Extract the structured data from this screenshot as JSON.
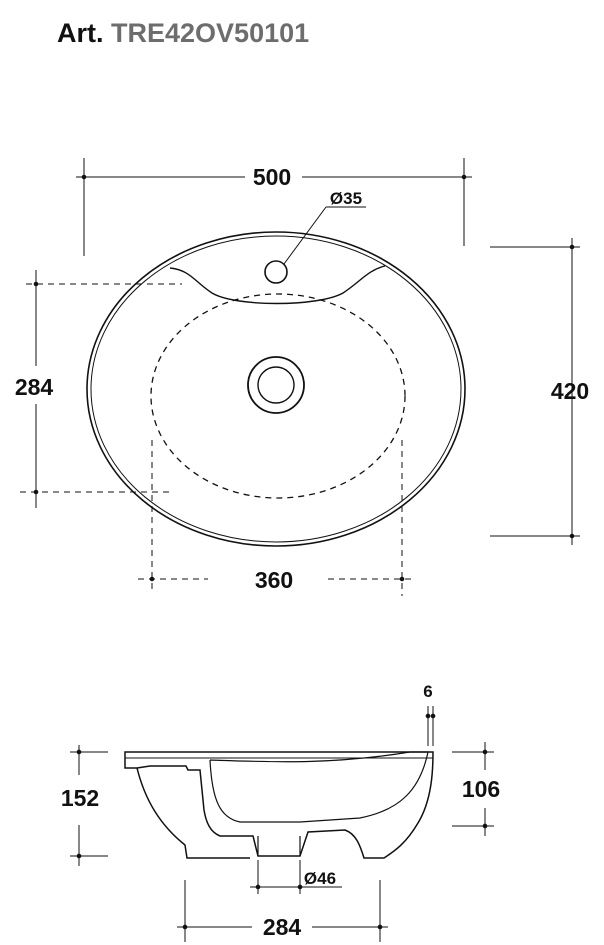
{
  "header": {
    "label": "Art.",
    "code": "TRE42OV50101"
  },
  "top_view": {
    "width": "500",
    "depth": "420",
    "tap_hole": "Ø35",
    "bowl_width": "360",
    "bowl_depth": "284"
  },
  "side_view": {
    "rim_thickness": "6",
    "total_height": "152",
    "bowl_height": "106",
    "waste_hole": "Ø46",
    "base_width": "284"
  },
  "colors": {
    "line": "#111111",
    "code_text": "#6d6d6d"
  }
}
